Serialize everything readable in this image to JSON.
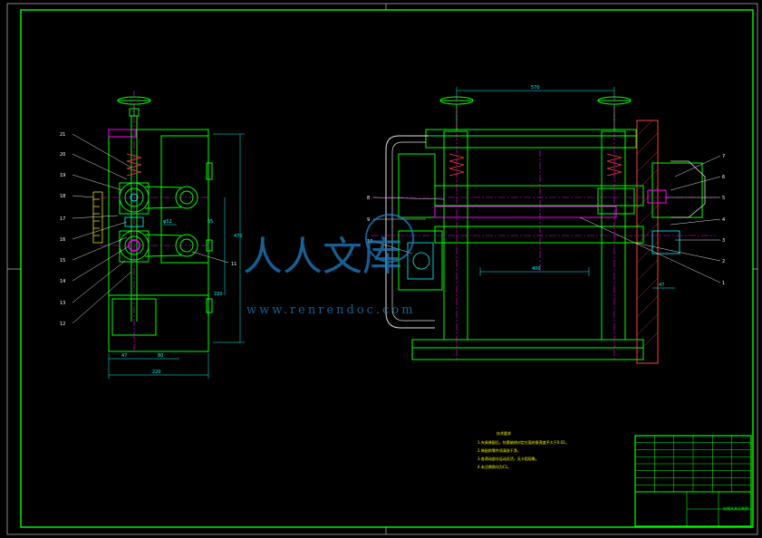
{
  "sheet": {
    "title_block_name": "钻模夹具总装图",
    "requirements_heading": "技术要求",
    "requirements": [
      "1.夹具装配后，钻套轴线对定位面的垂直度不大于0.02。",
      "2.装配前零件须清洗干净。",
      "3.各滑动部分运动灵活，无卡阻现象。",
      "4.未注倒角均为C1。"
    ]
  },
  "watermark": {
    "brand_cn": "人人文库",
    "url": "www.renrendoc.com"
  },
  "left_view": {
    "part_labels": [
      "21",
      "20",
      "19",
      "18",
      "17",
      "16",
      "15",
      "14",
      "13",
      "12",
      "11"
    ],
    "dims": {
      "width_total": "220",
      "width_a": "47",
      "width_b": "80",
      "height_total": "470",
      "height_a": "220",
      "height_b": "65",
      "dia": "φ52"
    }
  },
  "right_view": {
    "part_labels": [
      "7",
      "6",
      "5",
      "4",
      "3",
      "2",
      "1",
      "8",
      "9",
      "10"
    ],
    "dims": {
      "top_span": "570",
      "mid_span": "400",
      "side": "47"
    }
  },
  "title_block": {
    "rows": 8,
    "cols": 6
  }
}
